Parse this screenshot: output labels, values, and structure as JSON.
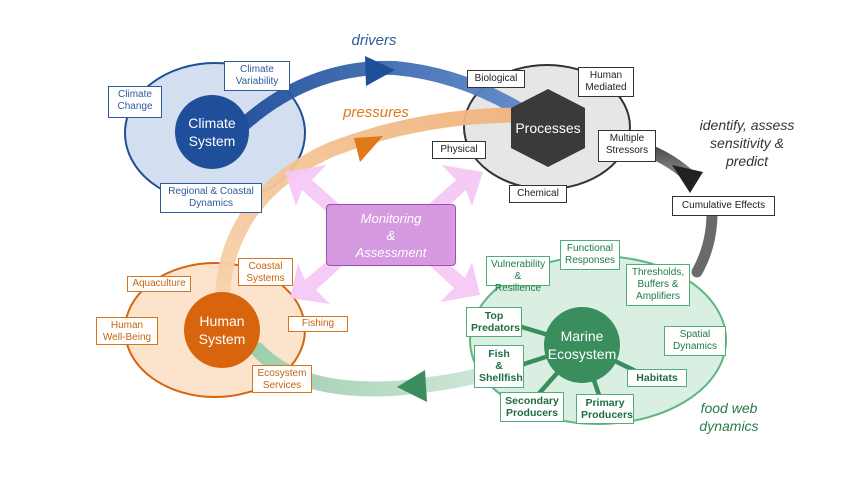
{
  "colors": {
    "climate_dark": "#1f4e9a",
    "climate_light": "#d3dff0",
    "process_dark": "#3a3a3a",
    "process_light": "#e3e3e3",
    "human_dark": "#d9640e",
    "human_light": "#fbe3cc",
    "marine_dark": "#3a8e5e",
    "marine_light": "#d9efe1",
    "monitor": "#d59ae0",
    "pressures_arrow": "#f3c08e",
    "arrow_pink": "#f5c8f5"
  },
  "hubs": {
    "climate": "Climate\nSystem",
    "processes": "Processes",
    "human": "Human\nSystem",
    "marine": "Marine\nEcosystem"
  },
  "flow_labels": {
    "drivers": "drivers",
    "pressures": "pressures",
    "identify": "identify, assess\nsensitivity &\npredict",
    "food_web": "food web\ndynamics"
  },
  "monitoring": "Monitoring\n&\nAssessment",
  "climate_boxes": {
    "climate_change": "Climate\nChange",
    "climate_variability": "Climate\nVariability",
    "regional": "Regional & Coastal\nDynamics"
  },
  "process_boxes": {
    "biological": "Biological",
    "human_mediated": "Human\nMediated",
    "physical": "Physical",
    "multiple_stressors": "Multiple\nStressors",
    "chemical": "Chemical",
    "cumulative": "Cumulative Effects"
  },
  "human_boxes": {
    "aquaculture": "Aquaculture",
    "coastal_systems": "Coastal\nSystems",
    "well_being": "Human\nWell-Being",
    "fishing": "Fishing",
    "ecosystem_services": "Ecosystem\nServices"
  },
  "marine_boxes": {
    "vulnerability": "Vulnerability\n& Resilience",
    "functional": "Functional\nResponses",
    "thresholds": "Thresholds,\nBuffers &\nAmplifiers",
    "spatial": "Spatial\nDynamics",
    "top_predators": "Top\nPredators",
    "fish_shellfish": "Fish\n&\nShellfish",
    "secondary": "Secondary\nProducers",
    "primary": "Primary\nProducers",
    "habitats": "Habitats"
  }
}
